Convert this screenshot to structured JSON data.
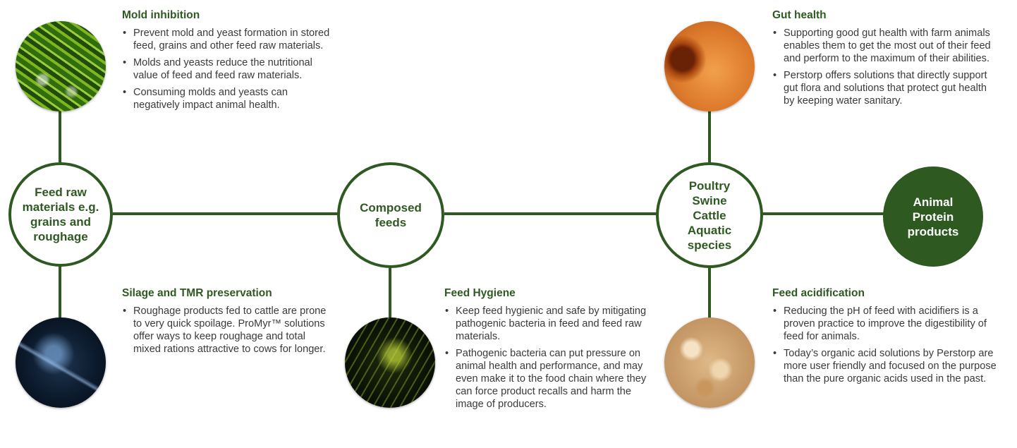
{
  "nodes": {
    "feed_raw": "Feed raw\nmaterials e.g.\ngrains and\nroughage",
    "composed": "Composed\nfeeds",
    "species": "Poultry\nSwine\nCattle\nAquatic\nspecies",
    "animal_protein": "Animal\nProtein\nproducts"
  },
  "photos": {
    "mold": "mold-photo",
    "silage": "silage-photo",
    "hygiene": "bacteria-photo",
    "gut": "gut-photo",
    "acid": "feed-pellets-photo"
  },
  "mold_inhibition": {
    "title": "Mold inhibition",
    "bullets": [
      "Prevent mold and yeast formation in stored feed, grains and other feed raw materials.",
      "Molds and yeasts reduce the nutritional value of feed and feed raw materials.",
      "Consuming molds and yeasts can negatively impact animal health."
    ]
  },
  "silage": {
    "title": "Silage and TMR preservation",
    "bullets": [
      "Roughage products fed to cattle are prone to very quick spoilage. ProMyr™ solutions offer ways to keep roughage and total mixed rations attractive to cows for longer."
    ]
  },
  "feed_hygiene": {
    "title": "Feed Hygiene",
    "bullets": [
      "Keep feed hygienic and safe by mitigating pathogenic bacteria in feed and feed raw materials.",
      "Pathogenic bacteria can put pressure on animal health and performance, and may even make it to the food chain where they can force product recalls and harm the image of producers."
    ]
  },
  "gut_health": {
    "title": "Gut health",
    "bullets": [
      "Supporting good gut health with farm animals enables them to get the most out of their feed and perform to the maximum of their abilities.",
      "Perstorp offers solutions that directly support gut flora and solutions that protect gut health by keeping water sanitary."
    ]
  },
  "feed_acidification": {
    "title": "Feed acidification",
    "bullets": [
      "Reducing the pH of feed with acidifiers is a proven practice to improve the digestibility of feed for animals.",
      "Today’s organic acid solutions by Perstorp are more user friendly and focused on the purpose than the pure organic acids used in the past."
    ]
  },
  "colors": {
    "accent": "#2e5a22",
    "text": "#3a3a3a"
  }
}
